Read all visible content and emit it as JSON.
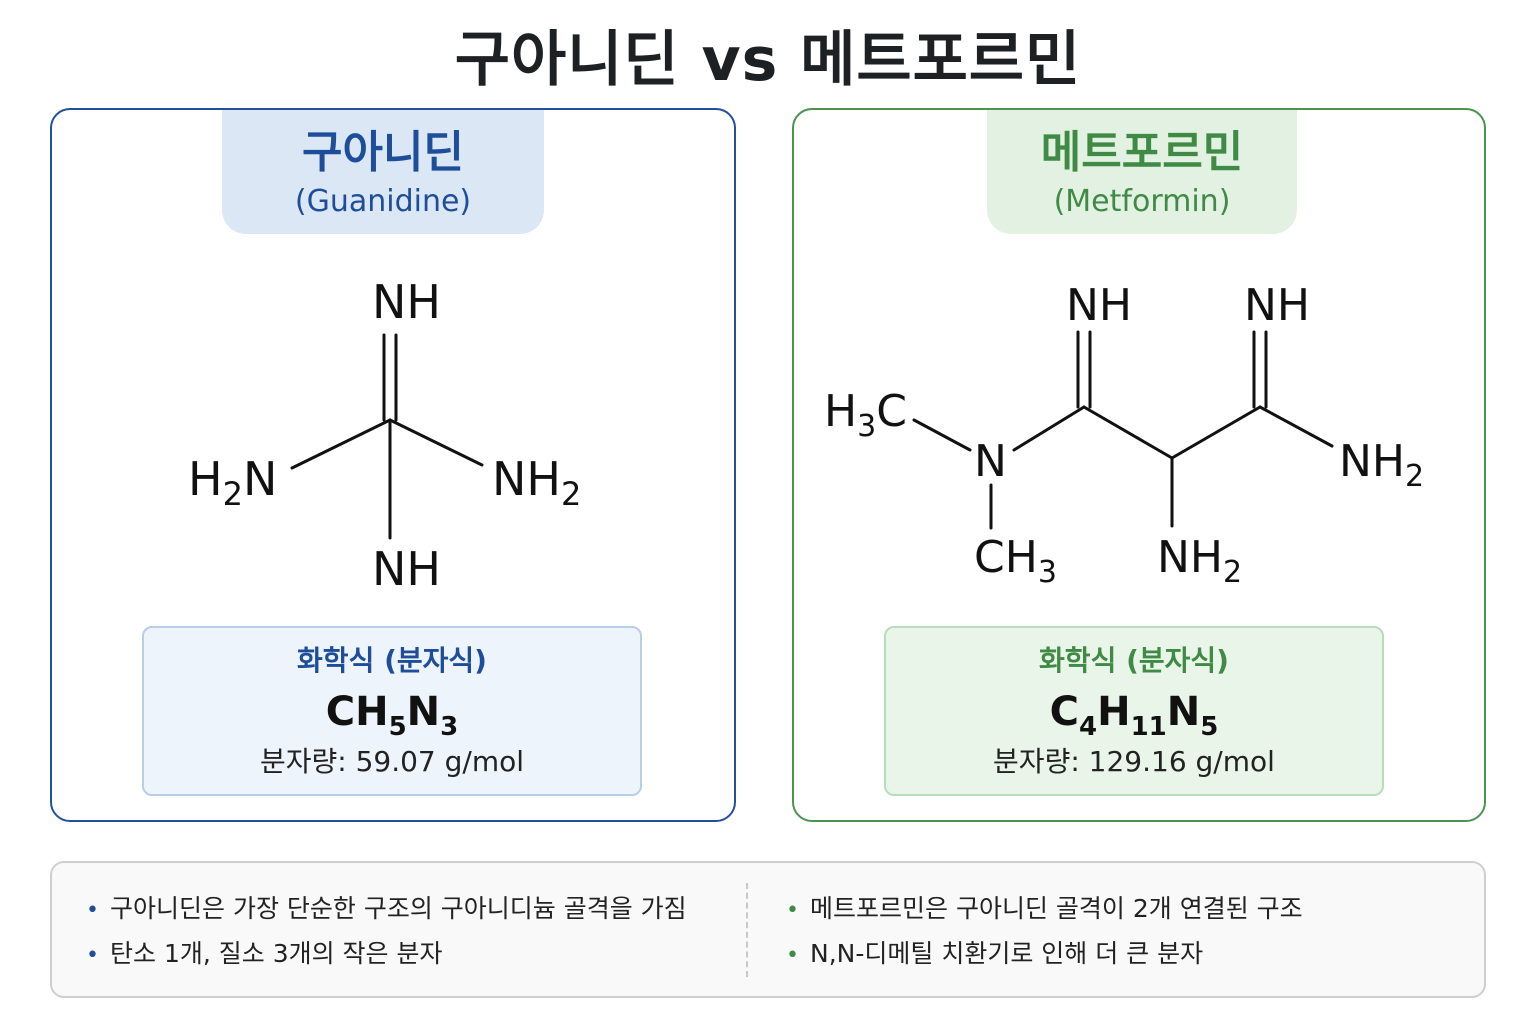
{
  "title": "구아니딘 vs 메트포르민",
  "guanidine": {
    "name_ko": "구아니딘",
    "name_en": "(Guanidine)",
    "atoms": {
      "top": "NH",
      "left_main": "H",
      "left_sub": "2",
      "left_tail": "N",
      "right_main": "NH",
      "right_sub": "2",
      "bottom": "NH"
    },
    "formula_label": "화학식 (분자식)",
    "formula": {
      "c": "CH",
      "c_sub": "5",
      "n": "N",
      "n_sub": "3"
    },
    "molar_mass": "분자량: 59.07 g/mol"
  },
  "metformin": {
    "name_ko": "메트포르민",
    "name_en": "(Metformin)",
    "atoms": {
      "nh_left": "NH",
      "nh_right": "NH",
      "h3c_h": "H",
      "h3c_sub": "3",
      "h3c_c": "C",
      "n_center": "N",
      "ch3_main": "CH",
      "ch3_sub": "3",
      "nh2_bottom_main": "NH",
      "nh2_bottom_sub": "2",
      "nh2_right_main": "NH",
      "nh2_right_sub": "2"
    },
    "formula_label": "화학식 (분자식)",
    "formula": {
      "c": "C",
      "c_sub": "4",
      "h": "H",
      "h_sub": "11",
      "n": "N",
      "n_sub": "5"
    },
    "molar_mass": "분자량: 129.16 g/mol"
  },
  "notes": {
    "bullet": "•",
    "left": [
      "구아니딘은 가장 단순한 구조의 구아니디늄 골격을 가짐",
      "탄소 1개, 질소 3개의 작은 분자"
    ],
    "right": [
      "메트포르민은 구아니딘 골격이 2개 연결된 구조",
      "N,N-디메틸 치환기로 인해 더 큰 분자"
    ]
  },
  "colors": {
    "guanidine_accent": "#1e4e9a",
    "metformin_accent": "#3f8a45"
  }
}
